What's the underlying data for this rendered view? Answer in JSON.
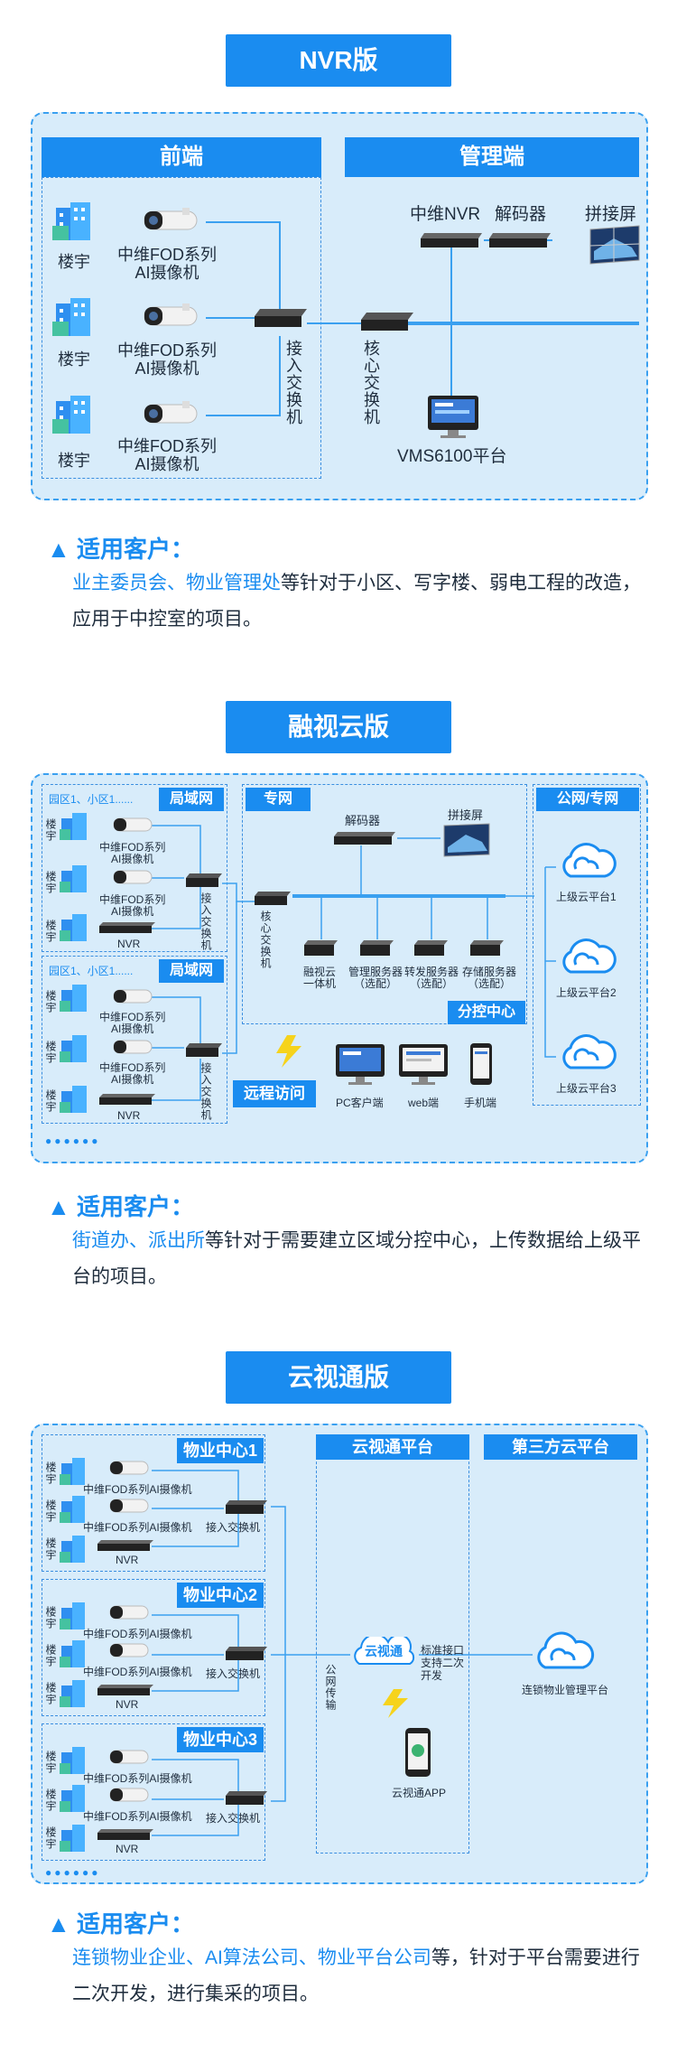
{
  "nvr": {
    "title": "NVR版",
    "front_header": "前端",
    "mgmt_header": "管理端",
    "building": "楼宇",
    "camera": "中维FOD系列\nAI摄像机",
    "access_switch": "接入交换机",
    "core_switch": "核心交换机",
    "nvr_label": "中维NVR",
    "decoder": "解码器",
    "splice_screen": "拼接屏",
    "vms": "VMS6100平台"
  },
  "cust1": {
    "heading": "适用客户：",
    "highlight": "业主委员会、物业管理处",
    "rest": "等针对于小区、写字楼、弱电工程的改造，应用于中控室的项目。"
  },
  "rongshi": {
    "title": "融视云版",
    "lan_header": "局域网",
    "private_header": "专网",
    "public_header": "公网/专网",
    "area_label": "园区1、小区1......",
    "building": "楼宇",
    "camera": "中维FOD系列\nAI摄像机",
    "nvr": "NVR",
    "access_switch": "接入交换机",
    "core_switch": "核心交换机",
    "decoder": "解码器",
    "splice_screen": "拼接屏",
    "servers": [
      "融视云\n一体机",
      "管理服务器\n（选配）",
      "转发服务器\n（选配）",
      "存储服务器\n（选配）"
    ],
    "branch_center": "分控中心",
    "remote_access": "远程访问",
    "clients": [
      "PC客户端",
      "web端",
      "手机端"
    ],
    "clouds": [
      "上级云平台1",
      "上级云平台2",
      "上级云平台3"
    ]
  },
  "cust2": {
    "heading": "适用客户：",
    "highlight": "街道办、派出所",
    "rest": "等针对于需要建立区域分控中心，上传数据给上级平台的项目。"
  },
  "yunshitong": {
    "title": "云视通版",
    "centers": [
      "物业中心1",
      "物业中心2",
      "物业中心3"
    ],
    "platform_header": "云视通平台",
    "thirdparty_header": "第三方云平台",
    "building": "楼宇",
    "camera": "中维FOD系列AI摄像机",
    "nvr": "NVR",
    "access_switch": "接入交换机",
    "public_transfer": "公网传输",
    "logo": "云视通",
    "interface": "标准接口\n支持二次\n开发",
    "app": "云视通APP",
    "chain_platform": "连锁物业管理平台"
  },
  "cust3": {
    "heading": "适用客户：",
    "highlight": "连锁物业企业、AI算法公司、物业平台公司",
    "rest": "等，针对于平台需要进行二次开发，进行集采的项目。"
  },
  "colors": {
    "accent": "#1a8cf0",
    "panel_bg": "#d8ecfa"
  }
}
